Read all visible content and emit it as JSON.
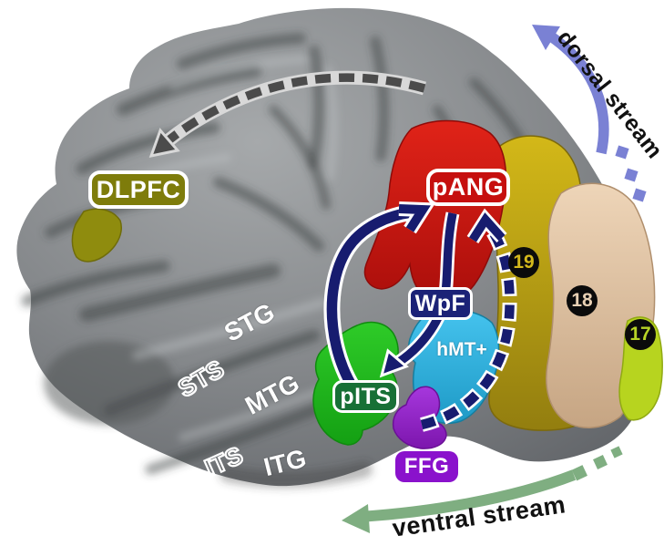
{
  "figure": {
    "description": "Left-hemisphere lateral brain schematic with visual reading network regions and dorsal/ventral processing streams"
  },
  "streams": {
    "dorsal": {
      "label": "dorsal stream",
      "arrow_color": "#7a81d4"
    },
    "ventral": {
      "label": "ventral stream",
      "arrow_color": "#7fae81"
    }
  },
  "region_boxes": {
    "dlpfc": {
      "label": "DLPFC",
      "fill": "#7e7c0b"
    },
    "pang": {
      "label": "pANG",
      "fill": "#c60f0e"
    },
    "wpf": {
      "label": "WpF",
      "fill": "#1b2277"
    },
    "pits": {
      "label": "pITS",
      "fill": "#187036"
    },
    "ffg": {
      "label": "FFG",
      "fill": "#8a12cc"
    }
  },
  "cortex_labels": {
    "stg": {
      "label": "STG",
      "style": "solid"
    },
    "sts": {
      "label": "STS",
      "style": "outline"
    },
    "mtg": {
      "label": "MTG",
      "style": "solid"
    },
    "its": {
      "label": "ITS",
      "style": "outline"
    },
    "itg": {
      "label": "ITG",
      "style": "solid"
    },
    "hmt": {
      "label": "hMT+",
      "patch_color": "#2fb4e4"
    }
  },
  "brodmann_areas": {
    "a19": {
      "label": "19",
      "number_color": "#d4b91c",
      "patch_color": "#b89f15"
    },
    "a18": {
      "label": "18",
      "number_color": "#e8d0b4",
      "patch_color": "#e7cdb0"
    },
    "a17": {
      "label": "17",
      "number_color": "#b8d426",
      "patch_color": "#b7d41f"
    }
  },
  "connections": {
    "arrow_color": "#171c6f",
    "items": [
      {
        "from": "pITS",
        "to": "pANG",
        "style": "solid"
      },
      {
        "from": "pANG",
        "to": "pITS",
        "style": "solid"
      },
      {
        "from": "FFG",
        "to": "pANG",
        "style": "dashed"
      },
      {
        "from": "parietal",
        "to": "DLPFC",
        "style": "dashed-gray"
      }
    ]
  }
}
